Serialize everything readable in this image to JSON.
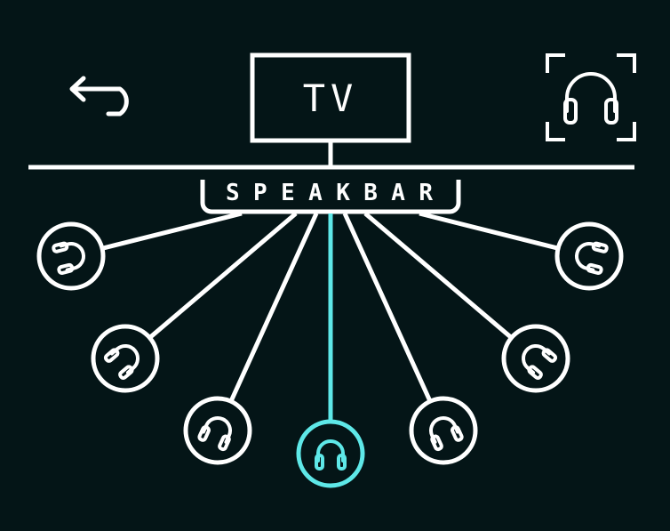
{
  "tv": {
    "label": "TV"
  },
  "soundbar": {
    "label": "SPEAKBAR"
  },
  "colors": {
    "background": "#041517",
    "foreground": "#ffffff",
    "active": "#5ee8e8"
  },
  "icons": {
    "back": "back-arrow-icon",
    "scan": "headphone-scan-icon",
    "device": "headphone-icon"
  },
  "headphones": [
    {
      "name": "headphone-1",
      "active": false
    },
    {
      "name": "headphone-2",
      "active": false
    },
    {
      "name": "headphone-3",
      "active": false
    },
    {
      "name": "headphone-4",
      "active": true
    },
    {
      "name": "headphone-5",
      "active": false
    },
    {
      "name": "headphone-6",
      "active": false
    },
    {
      "name": "headphone-7",
      "active": false
    }
  ]
}
